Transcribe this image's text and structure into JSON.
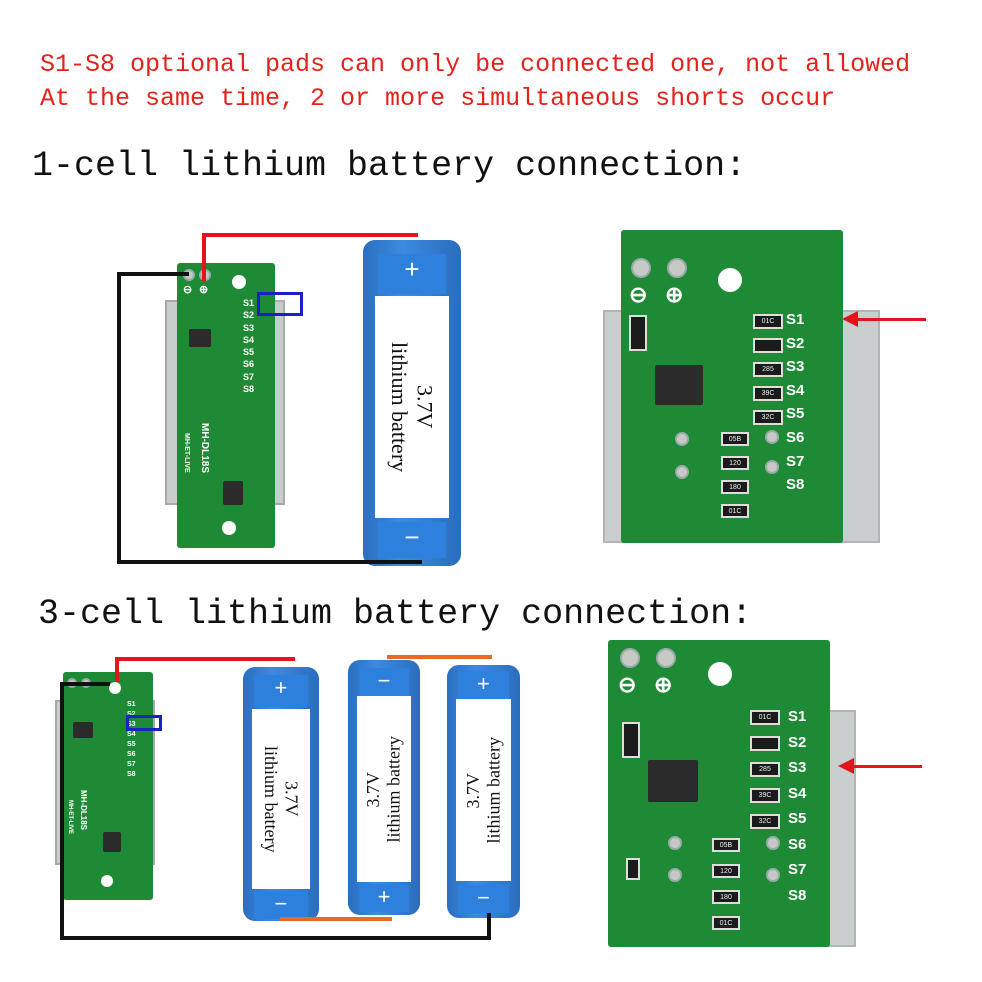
{
  "warning": {
    "line1": "S1-S8 optional pads can only be connected one, not allowed",
    "line2": "At the same time, 2 or more simultaneous shorts occur"
  },
  "sections": [
    {
      "title": "1-cell lithium battery connection:",
      "selected_pad": "S1",
      "batteries": [
        {
          "top": "+",
          "bottom": "−",
          "voltage": "3.7V",
          "text": "lithium battery"
        }
      ]
    },
    {
      "title": "3-cell lithium battery connection:",
      "selected_pad": "S3",
      "batteries": [
        {
          "top": "+",
          "bottom": "−",
          "voltage": "3.7V",
          "text": "lithium battery"
        },
        {
          "top": "−",
          "bottom": "+",
          "voltage": "3.7V",
          "text": "lithium battery"
        },
        {
          "top": "+",
          "bottom": "−",
          "voltage": "3.7V",
          "text": "lithium battery"
        }
      ]
    }
  ],
  "pcb": {
    "model": "MH-DL18S",
    "brand": "MH-ET-LIVE",
    "neg": "⊖",
    "pos": "⊕",
    "pads": [
      "S1",
      "S2",
      "S3",
      "S4",
      "S5",
      "S6",
      "S7",
      "S8"
    ],
    "resistors": [
      "01C",
      "01C",
      "285",
      "39C",
      "32C",
      "05B",
      "120",
      "180"
    ]
  },
  "colors": {
    "warning": "#e3231b",
    "pcb": "#1f8a35",
    "battery": "#2d80dc",
    "wire_pos": "#e3141b",
    "wire_neg": "#111111",
    "link": "#e8692a",
    "highlight": "#1a1fc8"
  }
}
